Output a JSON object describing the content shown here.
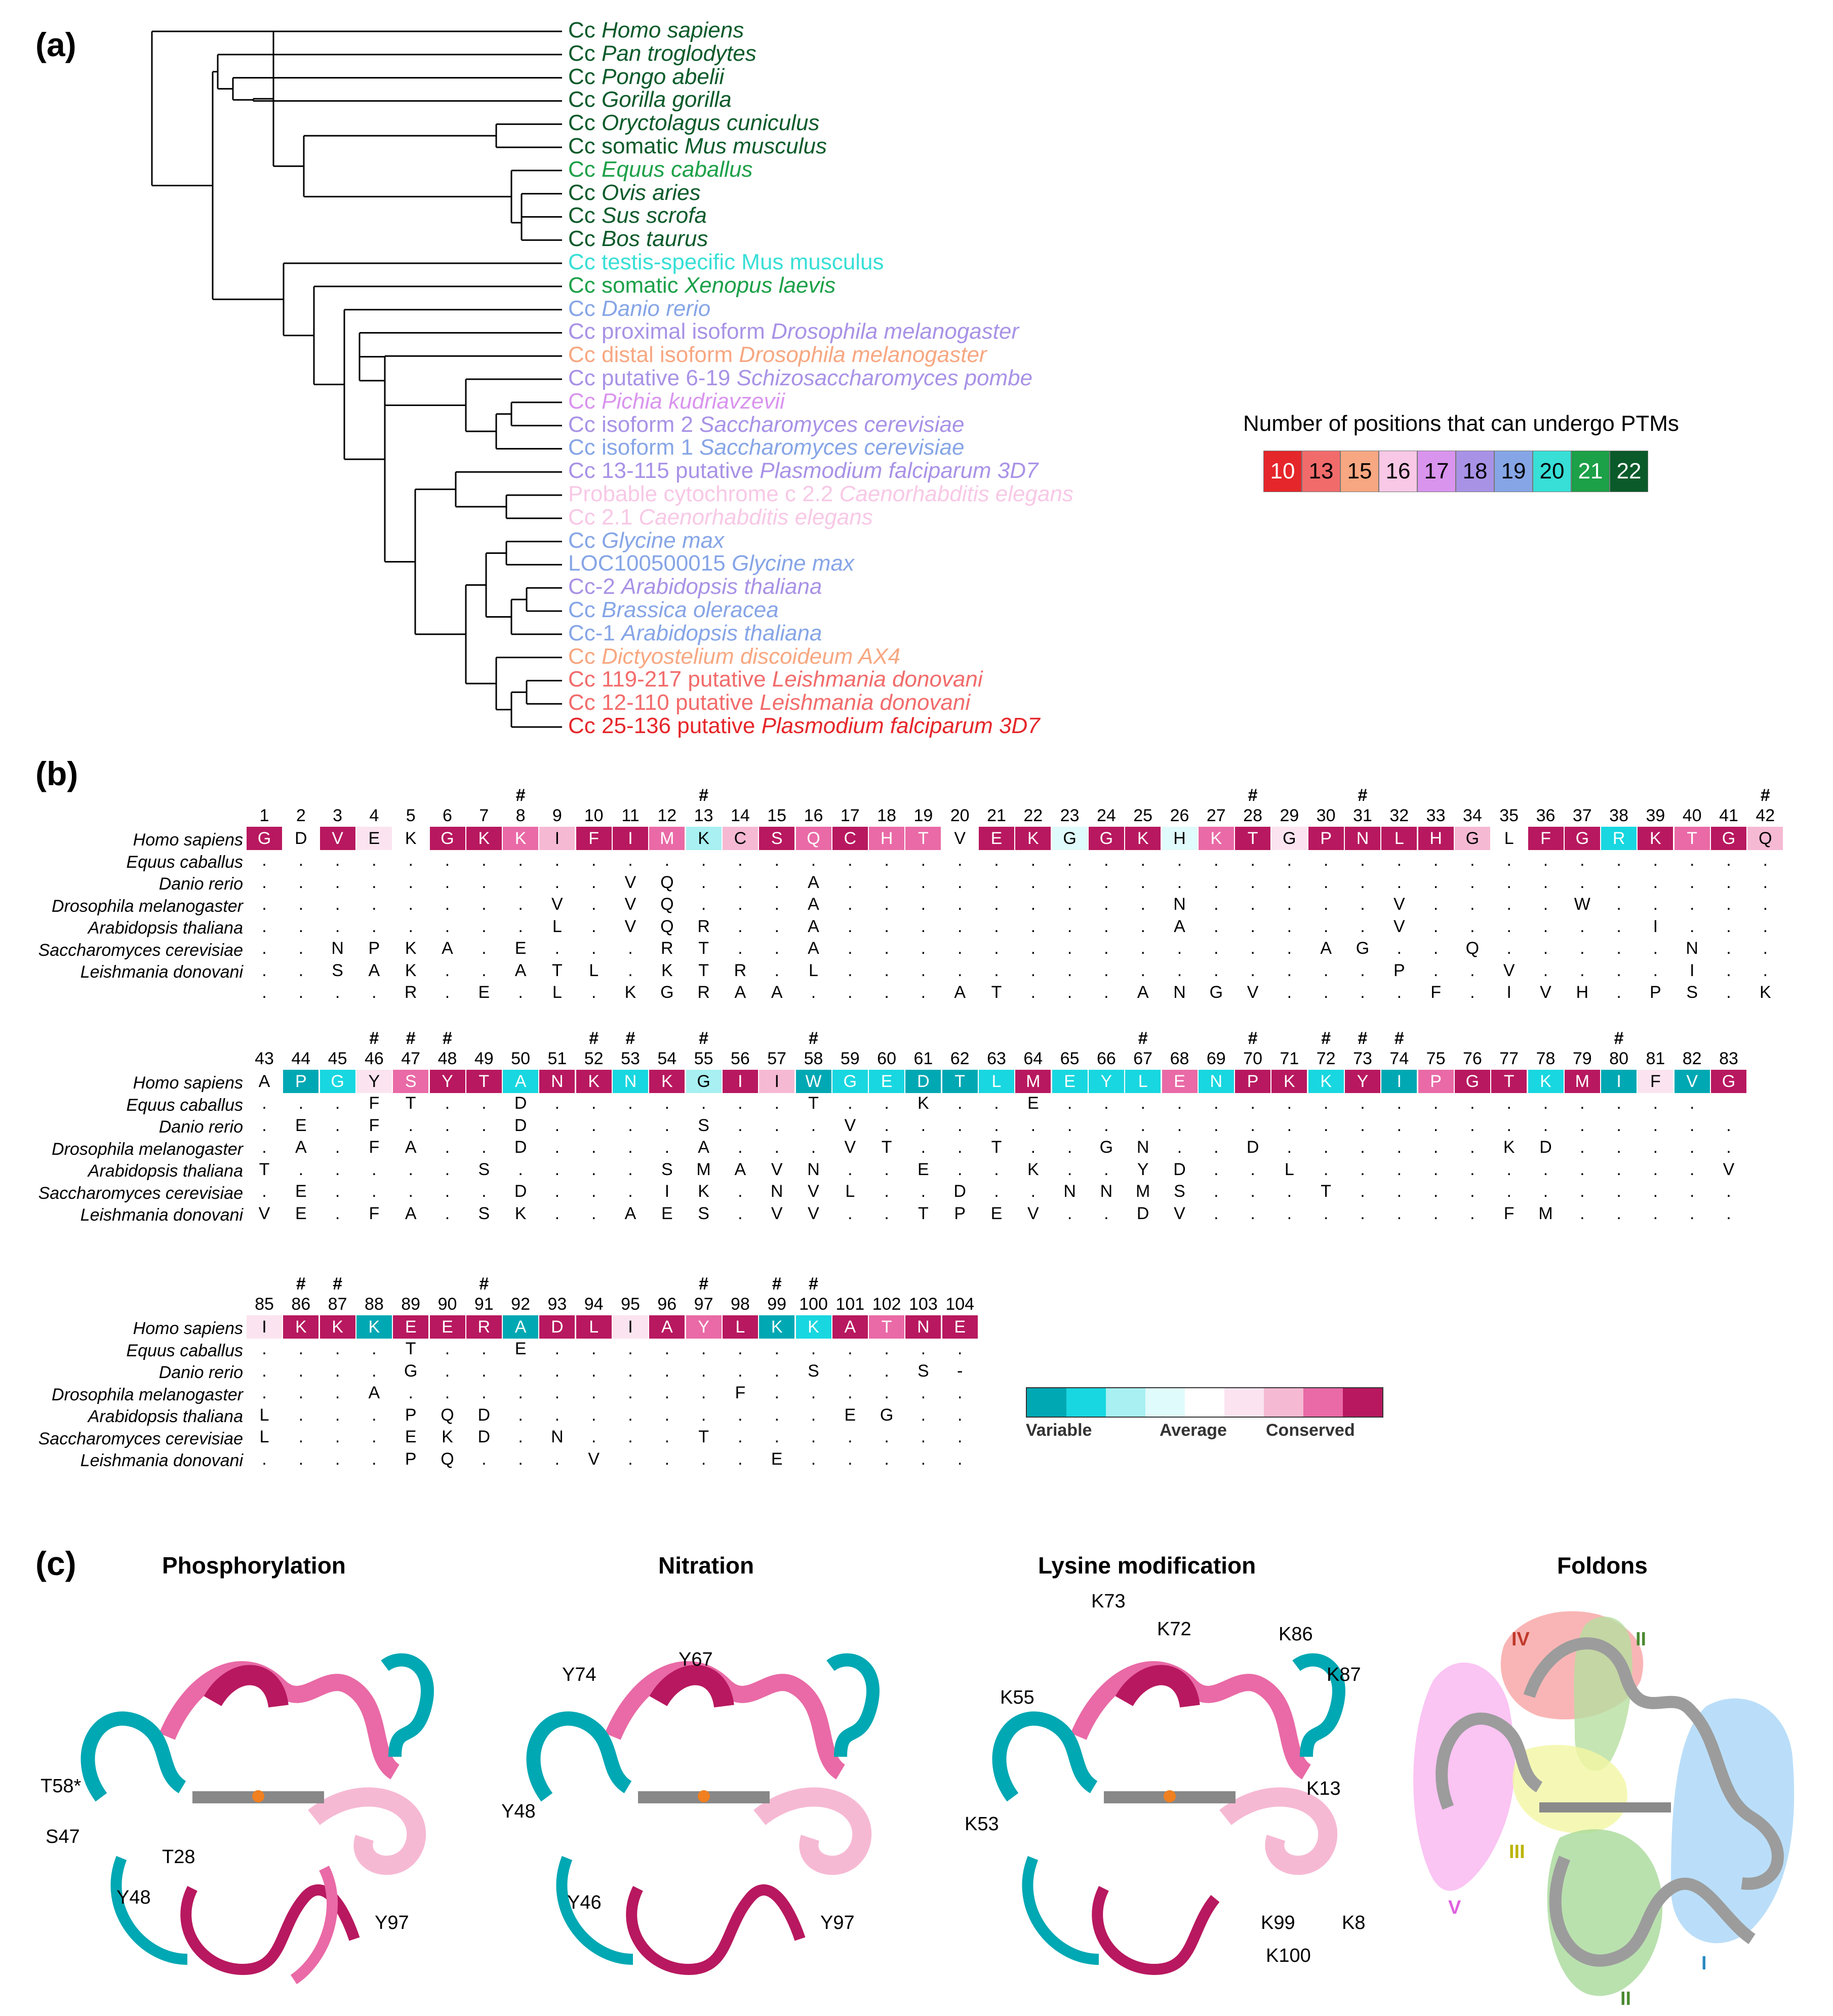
{
  "panels": {
    "a": "(a)",
    "b": "(b)",
    "c": "(c)"
  },
  "colors": {
    "ptm": {
      "10": "#e5262a",
      "13": "#f26b6b",
      "15": "#f7a781",
      "16": "#f8c8e6",
      "17": "#d994ee",
      "18": "#a892e6",
      "19": "#86a5e6",
      "20": "#37dfd6",
      "21": "#1ca048",
      "22": "#0a5a2a"
    },
    "cons": [
      "#00a8b3",
      "#18d7e0",
      "#a8f0f2",
      "#e0fbfb",
      "#ffffff",
      "#fbe4ef",
      "#f6b9d3",
      "#e96aa6",
      "#b8185f"
    ]
  },
  "tree": {
    "taxa": [
      {
        "pre": "Cc ",
        "sp": "Homo sapiens",
        "post": "",
        "c": "22"
      },
      {
        "pre": "Cc ",
        "sp": "Pan troglodytes",
        "post": "",
        "c": "22"
      },
      {
        "pre": "Cc ",
        "sp": "Pongo abelii",
        "post": "",
        "c": "22"
      },
      {
        "pre": "Cc ",
        "sp": "Gorilla gorilla",
        "post": "",
        "c": "22"
      },
      {
        "pre": "Cc ",
        "sp": "Oryctolagus cuniculus",
        "post": "",
        "c": "22"
      },
      {
        "pre": "Cc somatic ",
        "sp": "Mus musculus",
        "post": "",
        "c": "22"
      },
      {
        "pre": "Cc ",
        "sp": "Equus caballus",
        "post": "",
        "c": "21"
      },
      {
        "pre": "Cc ",
        "sp": "Ovis aries",
        "post": "",
        "c": "22"
      },
      {
        "pre": "Cc ",
        "sp": "Sus scrofa",
        "post": "",
        "c": "22"
      },
      {
        "pre": "Cc ",
        "sp": "Bos taurus",
        "post": "",
        "c": "22"
      },
      {
        "pre": "Cc testis-specific Mus musculus",
        "sp": "",
        "post": "",
        "c": "20"
      },
      {
        "pre": "Cc somatic ",
        "sp": "Xenopus laevis",
        "post": "",
        "c": "21"
      },
      {
        "pre": "Cc ",
        "sp": "Danio rerio",
        "post": "",
        "c": "19"
      },
      {
        "pre": "Cc proximal isoform ",
        "sp": "Drosophila melanogaster",
        "post": "",
        "c": "18"
      },
      {
        "pre": "Cc distal isoform ",
        "sp": "Drosophila melanogaster",
        "post": "",
        "c": "15"
      },
      {
        "pre": "Cc putative 6-19 ",
        "sp": "Schizosaccharomyces pombe",
        "post": "",
        "c": "18"
      },
      {
        "pre": "Cc ",
        "sp": "Pichia kudriavzevii",
        "post": "",
        "c": "17"
      },
      {
        "pre": "Cc isoform 2 ",
        "sp": "Saccharomyces cerevisiae",
        "post": "",
        "c": "18"
      },
      {
        "pre": "Cc isoform 1 ",
        "sp": "Saccharomyces cerevisiae",
        "post": "",
        "c": "19"
      },
      {
        "pre": "Cc 13-115 putative ",
        "sp": "Plasmodium falciparum 3D7",
        "post": "",
        "c": "18"
      },
      {
        "pre": "Probable cytochrome c 2.2 ",
        "sp": "Caenorhabditis elegans",
        "post": "",
        "c": "16"
      },
      {
        "pre": "Cc 2.1 ",
        "sp": "Caenorhabditis elegans",
        "post": "",
        "c": "16"
      },
      {
        "pre": "Cc ",
        "sp": "Glycine max",
        "post": "",
        "c": "19"
      },
      {
        "pre": "LOC100500015 ",
        "sp": "Glycine max",
        "post": "",
        "c": "19"
      },
      {
        "pre": "Cc-2 ",
        "sp": "Arabidopsis thaliana",
        "post": "",
        "c": "18"
      },
      {
        "pre": "Cc ",
        "sp": "Brassica oleracea",
        "post": "",
        "c": "19"
      },
      {
        "pre": "Cc-1 ",
        "sp": "Arabidopsis thaliana",
        "post": "",
        "c": "19"
      },
      {
        "pre": "Cc ",
        "sp": "Dictyostelium discoideum AX4",
        "post": "",
        "c": "15"
      },
      {
        "pre": "Cc 119-217 putative ",
        "sp": "Leishmania donovani",
        "post": "",
        "c": "13"
      },
      {
        "pre": "Cc 12-110 putative ",
        "sp": "Leishmania donovani",
        "post": "",
        "c": "13"
      },
      {
        "pre": "Cc 25-136 putative ",
        "sp": "Plasmodium falciparum 3D7",
        "post": "",
        "c": "10"
      }
    ]
  },
  "ptm_legend": {
    "title": "Number of positions that can undergo PTMs",
    "values": [
      "10",
      "13",
      "15",
      "16",
      "17",
      "18",
      "19",
      "20",
      "21",
      "22"
    ]
  },
  "alignment": {
    "species": [
      "Homo sapiens",
      "Equus caballus",
      "Danio rerio",
      "Drosophila melanogaster",
      "Arabidopsis thaliana",
      "Saccharomyces cerevisiae",
      "Leishmania donovani"
    ],
    "blocks": [
      {
        "start": 1,
        "residues": "GDVEKGKKIFIMKCSQCHTVEKGGKHKTGPNLHGLFGRKTGQ",
        "cons": "848548876887268787748838837858888648818786",
        "hash": [
          8,
          13,
          28,
          31,
          42
        ],
        "vars": [
          ".......................................... ",
          "..........VQ...A..........................",
          "........V.VQ...A.........N.....V....W.....",
          "........L.VQR..A.........A.....V......I...",
          "..NPKA.E...RT..A.............AG..Q.....N......QS.T",
          "..SAK..ATL.KTR.L...............P..V....I..HS.",
          "....R.E.L.KGRAA....AT...ANGV....F.IVH.PS.K"
        ]
      },
      {
        "start": 43,
        "residues": "APGYSYTANKNKGIIWGEDTLMEYLENPKKYIPGTKMIFVG",
        "cons": "40157881881828601100181117188180788180508",
        "hash": [
          46,
          47,
          48,
          52,
          53,
          55,
          58,
          67,
          70,
          72,
          73,
          74,
          80
        ],
        "vars": [
          "...FT..D.......T..K..E..................",
          ".E.F...D....S...V.........................A.",
          ".A.FA..D....A...VT..T..GN..D......KD.........V.A.",
          "T.....S....SMAVN..E..K..YD..L...........V.P.",
          ".E.....D...IK.NVL..D..NNMS...T...........A.G.",
          "VE.FA.SK..AES.VV..TPEV..DV........FM.........S.A."
        ]
      },
      {
        "start": 85,
        "residues": "IKKKEERADLIAYLKKATNE",
        "cons": "58808880885878018788",
        "hash": [
          86,
          87,
          91,
          97,
          99,
          100
        ],
        "vars": [
          "....T..E............",
          "....G..........S..S-",
          "...A.........F......",
          "L...PQD.........EG..",
          "L...EKD.N...T.......",
          "....PQ...V....E....."
        ]
      }
    ]
  },
  "cons_legend": {
    "variable": "Variable",
    "average": "Average",
    "conserved": "Conserved"
  },
  "structures": {
    "titles": [
      "Phosphorylation",
      "Nitration",
      "Lysine modification",
      "Foldons"
    ],
    "phos_labels": [
      "T58*",
      "S47",
      "Y48",
      "T28",
      "Y97"
    ],
    "nitr_labels": [
      "Y74",
      "Y67",
      "Y48",
      "Y46",
      "Y97"
    ],
    "lys_labels": [
      "K73",
      "K72",
      "K86",
      "K87",
      "K55",
      "K53",
      "K13",
      "K99",
      "K8",
      "K100"
    ],
    "fold_labels": [
      "IV",
      "II",
      "V",
      "III",
      "II",
      "I"
    ]
  }
}
